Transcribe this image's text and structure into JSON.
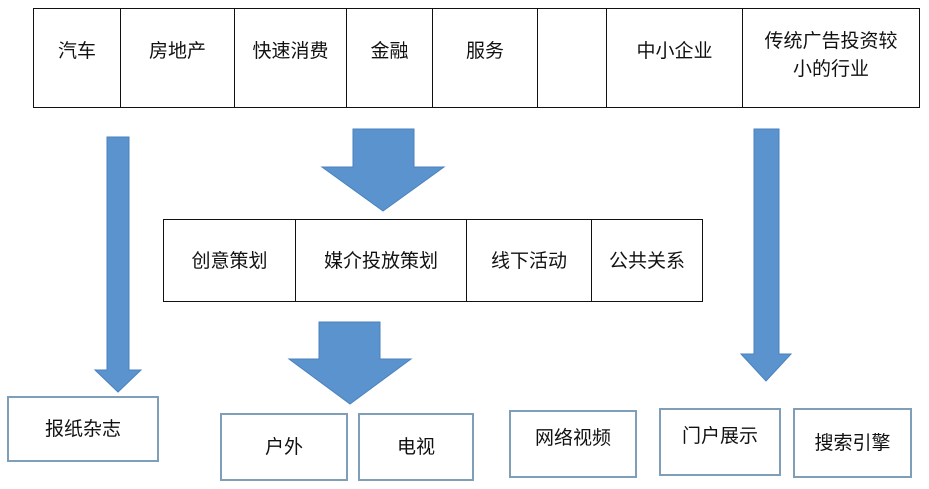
{
  "industries": [
    "汽车",
    "房地产",
    "快速消费",
    "金融",
    "服务",
    "",
    "中小企业",
    "传统广告投资较小的行业"
  ],
  "services": [
    "创意策划",
    "媒介投放策划",
    "线下活动",
    "公共关系"
  ],
  "media": {
    "left": "报纸杂志",
    "center": [
      "户外",
      "电视"
    ],
    "right": [
      "网络视频",
      "门户展示",
      "搜索引擎"
    ]
  },
  "colors": {
    "arrow": "#5b93cf",
    "arrow_border": "#4a82be",
    "box_border": "#7f9fb8"
  }
}
